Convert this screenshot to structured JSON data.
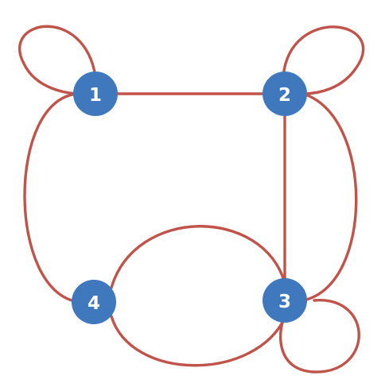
{
  "graph": {
    "colors": {
      "edge": "#c0544a",
      "node": "#3f78bd",
      "label": "#ffffff"
    },
    "nodes": [
      {
        "id": "1",
        "label": "1"
      },
      {
        "id": "2",
        "label": "2"
      },
      {
        "id": "3",
        "label": "3"
      },
      {
        "id": "4",
        "label": "4"
      }
    ],
    "edges": [
      {
        "from": "1",
        "to": "1",
        "kind": "loop"
      },
      {
        "from": "2",
        "to": "2",
        "kind": "loop"
      },
      {
        "from": "3",
        "to": "3",
        "kind": "loop"
      },
      {
        "from": "1",
        "to": "2",
        "kind": "straight"
      },
      {
        "from": "2",
        "to": "3",
        "kind": "straight"
      },
      {
        "from": "1",
        "to": "4",
        "kind": "curved"
      },
      {
        "from": "2",
        "to": "3",
        "kind": "curved"
      },
      {
        "from": "4",
        "to": "3",
        "kind": "curved"
      },
      {
        "from": "4",
        "to": "3",
        "kind": "curved"
      }
    ]
  }
}
